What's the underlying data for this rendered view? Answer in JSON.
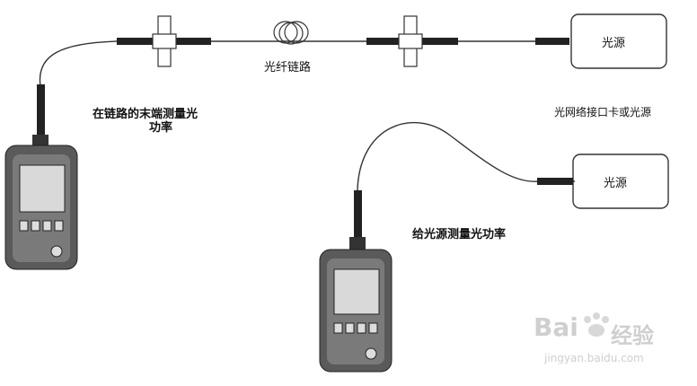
{
  "labels": {
    "fiber_link": "光纤链路",
    "source_top": "光源",
    "source_bottom": "光源",
    "measure_at_end_line1": "在链路的末端测量光",
    "measure_at_end_line2": "功率",
    "nic_or_source": "光网络接口卡或光源",
    "measure_source": "给光源测量光功率"
  },
  "watermark": {
    "brand_left": "Bai",
    "brand_right": "经验",
    "url": "jingyan.baidu.com"
  },
  "colors": {
    "line": "#333333",
    "device_body": "#5a5a5a",
    "screen": "#d9d9d9",
    "watermark": "#cfcfcf"
  }
}
